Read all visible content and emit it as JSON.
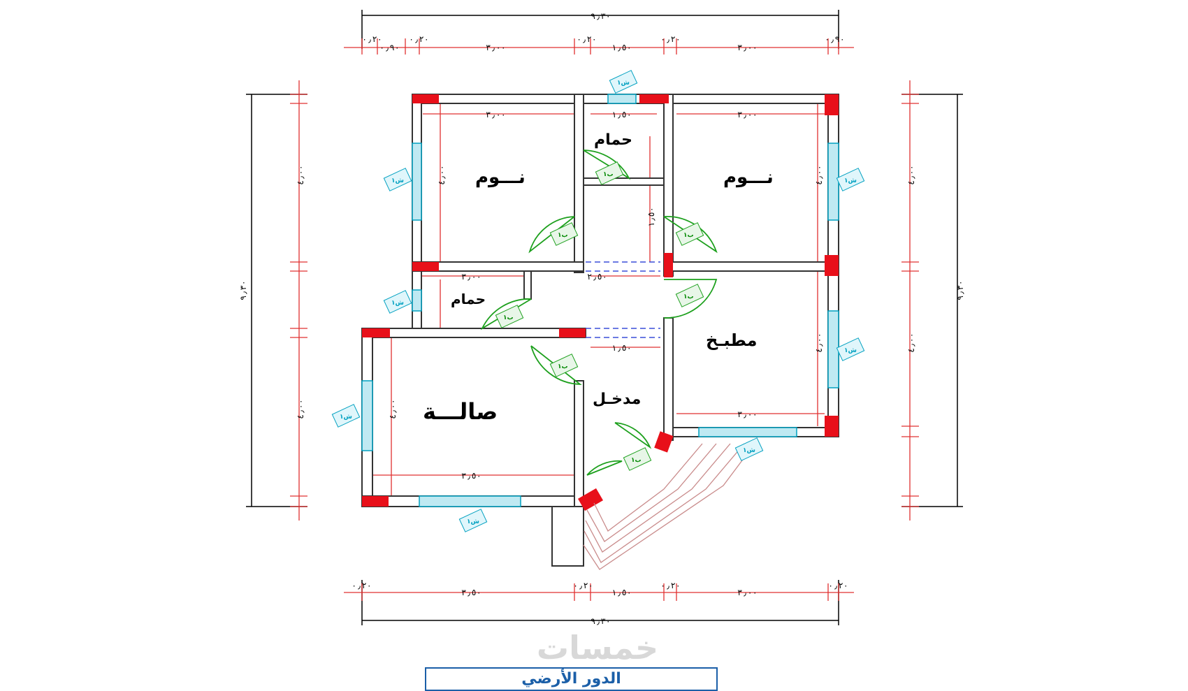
{
  "rooms": {
    "bedroom_left": "نـــوم",
    "bedroom_right": "نـــوم",
    "bath_top": "حمام",
    "bath_left": "حمام",
    "kitchen": "مطبـخ",
    "hall": "صالـــة",
    "entrance": "مدخـل"
  },
  "dimensions": {
    "overall_width": "٩٫٣٠",
    "overall_height": "٩٫٣٠",
    "room_width": "٣٫٠٠",
    "corridor_width": "١٫٥٠",
    "wall_thickness": "٠٫٢٠",
    "room_height": "٤٫٠٠",
    "small_height": "١٫٥٠",
    "mid_height": "٢٫٥٠",
    "hall_width": "٣٫٥٠",
    "side_segment": "٠٫٩٠"
  },
  "tags": {
    "door": "ب١",
    "window": "ش١"
  },
  "watermark": "خمسات",
  "title": "الدور الأرضي"
}
